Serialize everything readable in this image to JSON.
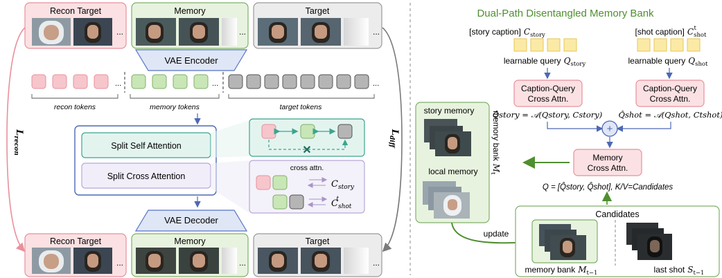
{
  "left": {
    "top_row": {
      "recon_target": "Recon Target",
      "memory": "Memory",
      "target": "Target"
    },
    "bottom_row": {
      "recon_target": "Recon Target",
      "memory": "Memory",
      "target": "Target"
    },
    "ellipsis": "...",
    "encoder": "VAE Encoder",
    "decoder": "VAE Decoder",
    "token_labels": {
      "recon": "recon tokens",
      "memory": "memory tokens",
      "target": "target tokens"
    },
    "attention": {
      "self": "Split Self Attention",
      "cross": "Split Cross Attention",
      "cross_caption": "cross attn.",
      "c_story_main": "C",
      "c_story_sub": "story",
      "c_shot_main": "C",
      "c_shot_sub": "shot",
      "c_shot_sup": "t",
      "cross_mark": "✕"
    },
    "loss_recon_main": "L",
    "loss_recon_sub": "recon",
    "loss_diff_main": "L",
    "loss_diff_sub": "diff"
  },
  "right": {
    "title": "Dual-Path Disentangled Memory Bank",
    "story_caption": "[story caption]",
    "story_caption_sym": "C",
    "story_caption_sub": "story",
    "shot_caption": "[shot caption]",
    "shot_caption_sym": "C",
    "shot_caption_sub": "shot",
    "shot_caption_sup": "t",
    "lq_story": "learnable query",
    "lq_story_sym": "Q",
    "lq_story_sub": "story",
    "lq_shot": "learnable query",
    "lq_shot_sym": "Q",
    "lq_shot_sub": "shot",
    "cq_line1": "Caption-Query",
    "cq_line2": "Cross Attn.",
    "story_formula": "Q̂story = 𝒜(Qstory, Cstory)",
    "shot_formula": "Q̂shot = 𝒜(Qshot, Ctshot)",
    "memory_attn_line1": "Memory",
    "memory_attn_line2": "Cross Attn.",
    "q_formula": "Q = [Q̂story, Q̂shot], K/V=Candidates",
    "story_memory": "story memory",
    "local_memory": "local memory",
    "memory_bank_vert": "memory bank",
    "memory_bank_vert_sym": "M",
    "memory_bank_vert_sub": "t",
    "update": "update",
    "candidates": "Candidates",
    "mb_prev": "memory bank",
    "mb_prev_sym": "M",
    "mb_prev_sub": "t−1",
    "last_shot": "last shot",
    "last_shot_sym": "S",
    "last_shot_sub": "t−1",
    "plus": "+"
  },
  "colors": {
    "pink_fill": "#fbe1e3",
    "pink_stroke": "#e8909b",
    "green_fill": "#e8f3df",
    "green_stroke": "#7fb069",
    "gray_fill": "#ececec",
    "gray_stroke": "#9a9a9a",
    "blue_fill": "#eef2fb",
    "blue_stroke": "#5573c4",
    "teal": "#3ba58e",
    "yellow": "#fbeaa6",
    "accent_green": "#4f8f2f",
    "recon_arrow": "#e8909b"
  }
}
